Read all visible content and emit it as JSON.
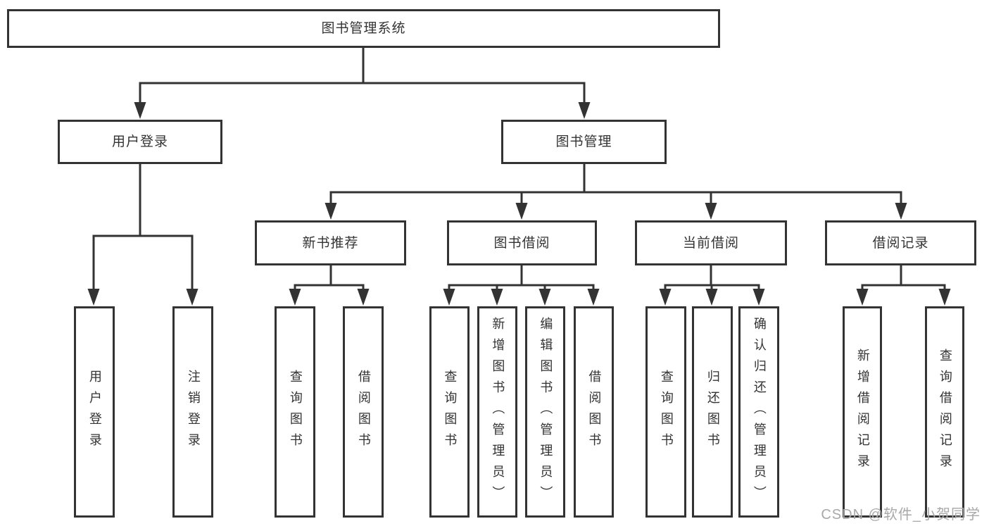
{
  "colors": {
    "line": "#333333",
    "box_border": "#333333",
    "text": "#333333",
    "background": "#ffffff",
    "watermark": "#a9a9a9"
  },
  "tree": {
    "root": {
      "label": "图书管理系统"
    },
    "branches": [
      {
        "label": "用户登录",
        "children": [
          {
            "label": "用户登录"
          },
          {
            "label": "注销登录"
          }
        ]
      },
      {
        "label": "图书管理",
        "children": [
          {
            "label": "新书推荐",
            "children": [
              {
                "label": "查询图书"
              },
              {
                "label": "借阅图书"
              }
            ]
          },
          {
            "label": "图书借阅",
            "children": [
              {
                "label": "查询图书"
              },
              {
                "label": "新增图书（管理员）"
              },
              {
                "label": "编辑图书（管理员）"
              },
              {
                "label": "借阅图书"
              }
            ]
          },
          {
            "label": "当前借阅",
            "children": [
              {
                "label": "查询图书"
              },
              {
                "label": "归还图书"
              },
              {
                "label": "确认归还（管理员）"
              }
            ]
          },
          {
            "label": "借阅记录",
            "children": [
              {
                "label": "新增借阅记录"
              },
              {
                "label": "查询借阅记录"
              }
            ]
          }
        ]
      }
    ]
  },
  "watermark": {
    "text": "CSDN @软件_小贺同学"
  }
}
